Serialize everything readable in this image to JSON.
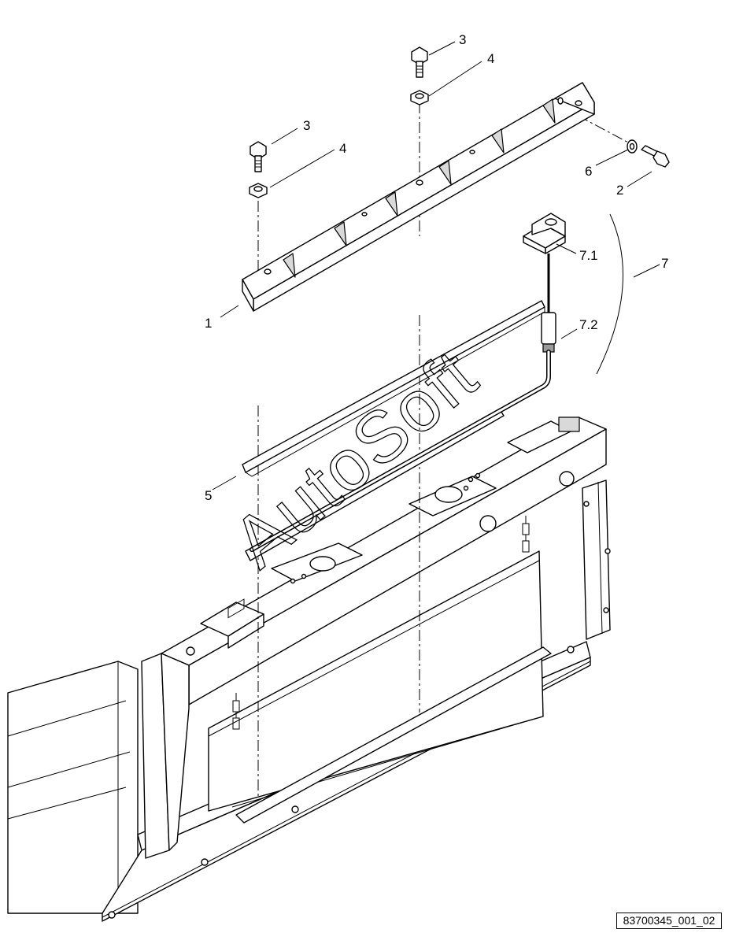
{
  "callouts": {
    "c1": "1",
    "c2": "2",
    "c3a": "3",
    "c3b": "3",
    "c4a": "4",
    "c4b": "4",
    "c5": "5",
    "c6": "6",
    "c7": "7",
    "c71": "7.1",
    "c72": "7.2"
  },
  "watermark": "AutoSoft",
  "reference": "83700345_001_02"
}
